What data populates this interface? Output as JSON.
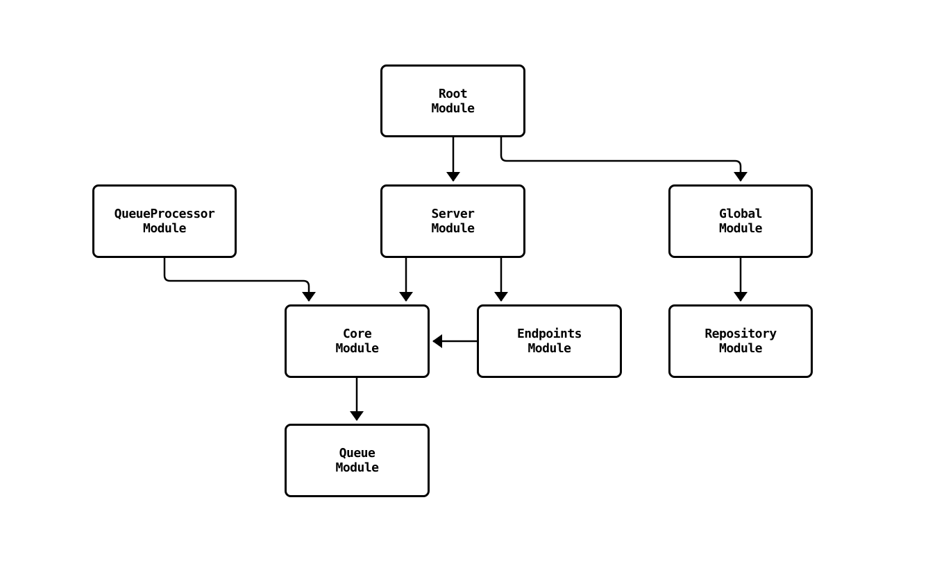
{
  "diagram": {
    "type": "module-dependency-graph",
    "background_color": "#ffffff",
    "node_fill_color": "#ffffff",
    "node_border_color": "#000000",
    "edge_color": "#000000",
    "text_color": "#000000",
    "nodes": [
      {
        "id": "root-module",
        "label": "Root\nModule"
      },
      {
        "id": "queueprocessor-module",
        "label": "QueueProcessor\nModule"
      },
      {
        "id": "server-module",
        "label": "Server\nModule"
      },
      {
        "id": "global-module",
        "label": "Global\nModule"
      },
      {
        "id": "core-module",
        "label": "Core\nModule"
      },
      {
        "id": "endpoints-module",
        "label": "Endpoints\nModule"
      },
      {
        "id": "repository-module",
        "label": "Repository\nModule"
      },
      {
        "id": "queue-module",
        "label": "Queue\nModule"
      }
    ],
    "edges": [
      {
        "from": "Root Module",
        "to": "Server Module"
      },
      {
        "from": "Root Module",
        "to": "Global Module"
      },
      {
        "from": "QueueProcessor Module",
        "to": "Core Module"
      },
      {
        "from": "Server Module",
        "to": "Core Module"
      },
      {
        "from": "Server Module",
        "to": "Endpoints Module"
      },
      {
        "from": "Endpoints Module",
        "to": "Core Module"
      },
      {
        "from": "Global Module",
        "to": "Repository Module"
      },
      {
        "from": "Core Module",
        "to": "Queue Module"
      }
    ]
  }
}
